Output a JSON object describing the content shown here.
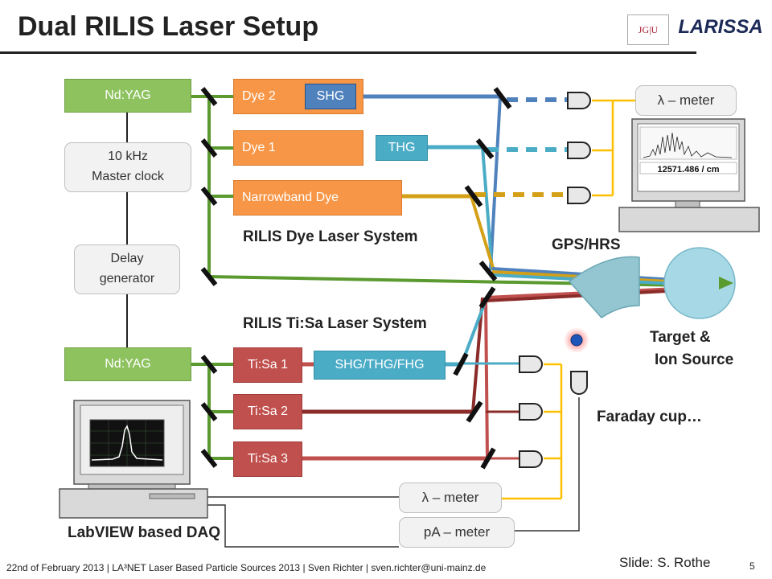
{
  "title": "Dual RILIS Laser Setup",
  "logos": {
    "jgu": "JG|U",
    "larissa": "LARISSA"
  },
  "boxes": {
    "ndyag_top": "Nd:YAG",
    "master_clock_l1": "10 kHz",
    "master_clock_l2": "Master clock",
    "delay_l1": "Delay",
    "delay_l2": "generator",
    "ndyag_bottom": "Nd:YAG",
    "dye2": "Dye 2",
    "shg": "SHG",
    "dye1": "Dye 1",
    "thg": "THG",
    "narrowband": "Narrowband Dye",
    "tisa1": "Ti:Sa 1",
    "tisa2": "Ti:Sa 2",
    "tisa3": "Ti:Sa 3",
    "shg_thg_fhg": "SHG/THG/FHG",
    "lambda_meter_top": "λ – meter",
    "lambda_meter_bottom": "λ – meter",
    "pa_meter": "pA – meter"
  },
  "labels": {
    "dye_system": "RILIS Dye Laser System",
    "tisa_system": "RILIS Ti:Sa Laser System",
    "gps_hrs": "GPS/HRS",
    "target_l1": "Target &",
    "target_l2": "Ion Source",
    "faraday": "Faraday cup…",
    "labview": "LabVIEW based DAQ",
    "wavemeter_reading": "12571.486 / cm"
  },
  "footer": "22nd of February 2013 | LA³NET Laser Based Particle Sources 2013 | Sven Richter | sven.richter@uni-mainz.de",
  "credit": "Slide: S. Rothe",
  "page_number": "5",
  "colors": {
    "green": "#8dc25f",
    "orange": "#f79646",
    "red": "#c0504d",
    "blue": "#4bacc6",
    "navy": "#4f81bd",
    "beam_yellow": "#ffc000"
  }
}
